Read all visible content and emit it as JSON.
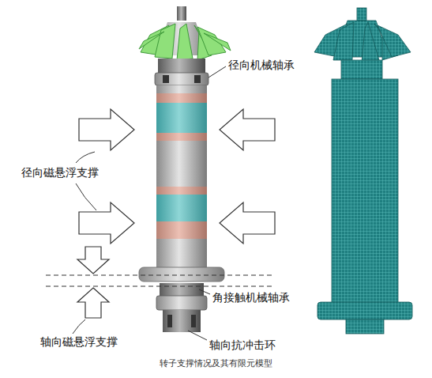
{
  "diagram": {
    "caption": "转子支撑情况及其有限元模型",
    "labels": [
      "径向机械轴承",
      "径向磁悬浮支撑",
      "角接触机械轴承",
      "轴向磁悬浮支撑",
      "轴向抗冲击环"
    ]
  }
}
